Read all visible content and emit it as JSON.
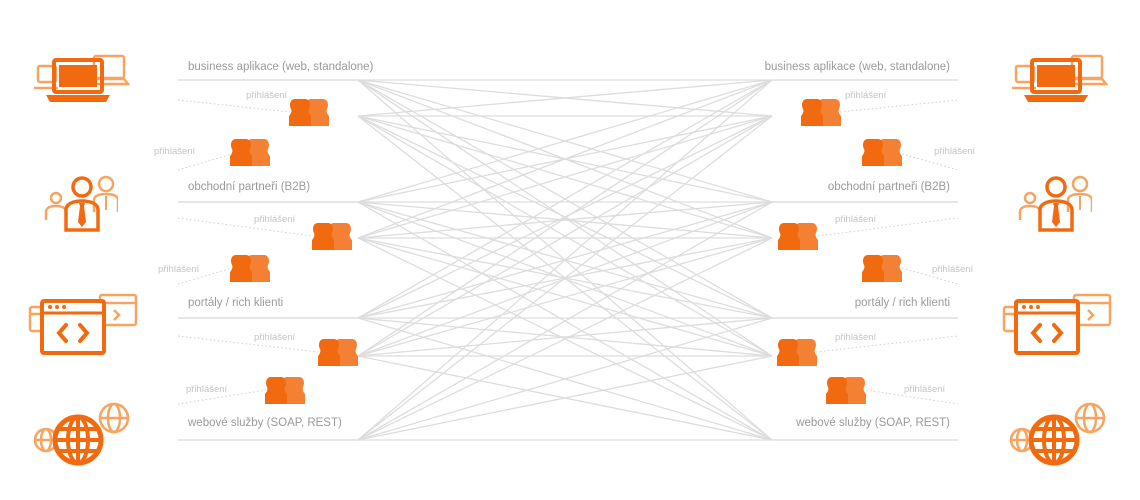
{
  "channels": [
    {
      "id": "business",
      "label": "business aplikace (web, standalone)",
      "icon": "laptop-icon"
    },
    {
      "id": "partners",
      "label": "obchodní partneři (B2B)",
      "icon": "business-people-icon"
    },
    {
      "id": "portals",
      "label": "portály / rich klienti",
      "icon": "code-window-icon"
    },
    {
      "id": "webservices",
      "label": "webové služby (SOAP, REST)",
      "icon": "globe-icon"
    }
  ],
  "login_label": "přihlášení",
  "colors": {
    "accent": "#f26a0f",
    "accent_light": "#f6a460",
    "line": "#dddddd",
    "text": "#9a9a9a",
    "login_text": "#c4c4c4"
  }
}
